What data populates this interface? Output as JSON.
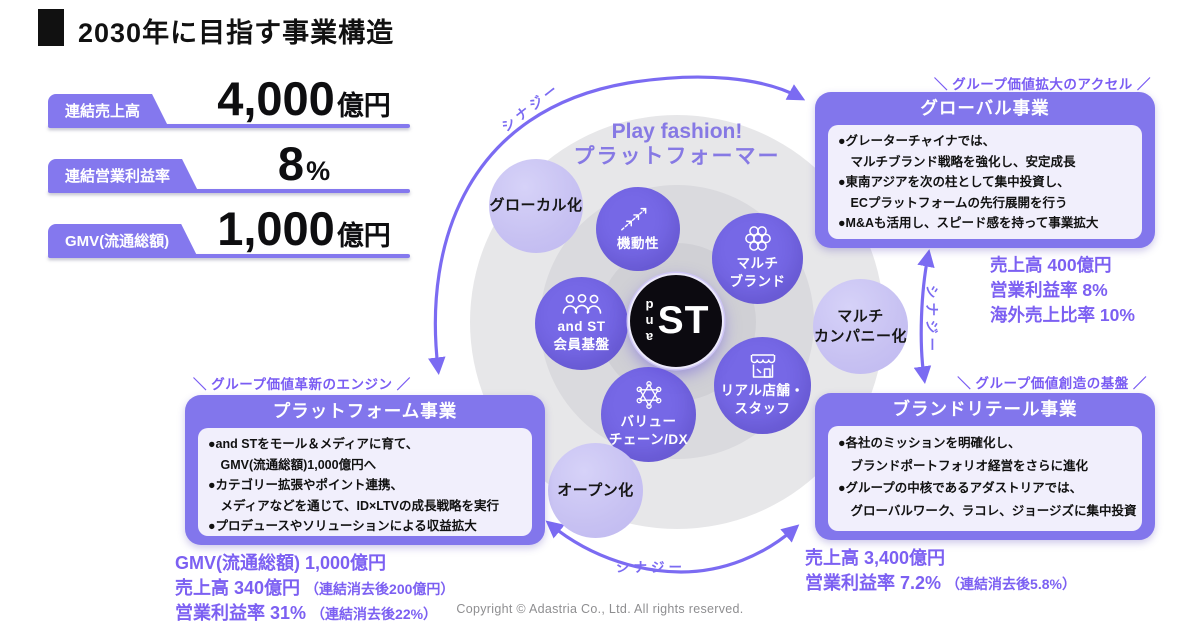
{
  "header": {
    "title": "2030年に目指す事業構造"
  },
  "metrics": [
    {
      "label": "連結売上高",
      "value": "4,000",
      "unit": "億円"
    },
    {
      "label": "連結営業利益率",
      "value": "8",
      "unit": "%"
    },
    {
      "label": "GMV(流通総額)",
      "value": "1,000",
      "unit": "億円"
    }
  ],
  "center": {
    "tagline_line1": "Play fashion!",
    "tagline_line2": "プラットフォーマー",
    "logo_and": "and",
    "logo_st": "ST"
  },
  "circles": {
    "glocal": {
      "label": "グローカル化"
    },
    "mobility": {
      "label": "機動性",
      "icon": "dashed-arrows-icon"
    },
    "multibrand": {
      "line1": "マルチ",
      "line2": "ブランド",
      "icon": "honeycomb-icon"
    },
    "member": {
      "line1": "and ST",
      "line2": "会員基盤",
      "icon": "people-icon"
    },
    "multicompany": {
      "line1": "マルチ",
      "line2": "カンパニー化"
    },
    "realstore": {
      "line1": "リアル店舗・",
      "line2": "スタッフ",
      "icon": "storefront-icon"
    },
    "valuechain": {
      "line1": "バリュー",
      "line2": "チェーン/DX",
      "icon": "molecule-icon"
    },
    "open": {
      "label": "オープン化"
    }
  },
  "synergy": {
    "top": "シナジー",
    "right": "シナジー",
    "bottom": "シナジー"
  },
  "boxes": {
    "global": {
      "tag": "＼ グループ価値拡大のアクセル ／",
      "title": "グローバル事業",
      "bullets": [
        "●グレーターチャイナでは、",
        "　マルチブランド戦略を強化し、安定成長",
        "●東南アジアを次の柱として集中投資し、",
        "　ECプラットフォームの先行展開を行う",
        "●M&Aも活用し、スピード感を持って事業拡大"
      ],
      "stats": [
        {
          "main": "売上高 400億円"
        },
        {
          "main": "営業利益率 8%"
        },
        {
          "main": "海外売上比率 10%"
        }
      ]
    },
    "platform": {
      "tag": "＼ グループ価値革新のエンジン ／",
      "title": "プラットフォーム事業",
      "bullets": [
        "●and STをモール＆メディアに育て、",
        "　GMV(流通総額)1,000億円へ",
        "●カテゴリー拡張やポイント連携、",
        "　メディアなどを通じて、ID×LTVの成長戦略を実行",
        "●プロデュースやソリューションによる収益拡大"
      ],
      "stats": [
        {
          "main": "GMV(流通総額) 1,000億円"
        },
        {
          "main": "売上高 340億円 ",
          "paren": "（連結消去後200億円）"
        },
        {
          "main": "営業利益率 31% ",
          "paren": "（連結消去後22%）"
        }
      ]
    },
    "brand": {
      "tag": "＼ グループ価値創造の基盤 ／",
      "title": "ブランドリテール事業",
      "bullets": [
        "●各社のミッションを明確化し、",
        "　ブランドポートフォリオ経営をさらに進化",
        "●グループの中核であるアダストリアでは、",
        "　グローバルワーク、ラコレ、ジョージズに集中投資"
      ],
      "stats": [
        {
          "main": "売上高 3,400億円"
        },
        {
          "main": "営業利益率 7.2% ",
          "paren": "（連結消去後5.8%）"
        }
      ]
    }
  },
  "footer": {
    "copyright": "Copyright © Adastria Co., Ltd. All rights reserved."
  },
  "colors": {
    "node_purple": "#7668E6",
    "box_purple": "#8276EC",
    "light_purple": "#C7C1F2",
    "accent_text_purple": "#7C60F2",
    "arrow_purple": "#7B6BF2",
    "ring_outer_gray": "#E7E7E9",
    "ring_mid_gray": "#DADADE",
    "ring_inner_gray": "#D0D0D5",
    "logo_bg_black": "#0C0A10"
  }
}
